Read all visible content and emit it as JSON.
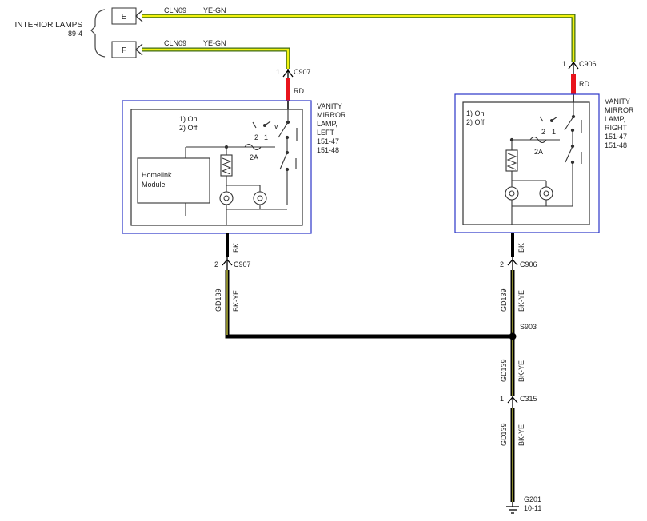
{
  "colors": {
    "yellow": "#f2f20f",
    "green": "#3c6b17",
    "red": "#e8141c",
    "black": "#000000",
    "box_border": "#2b35c9",
    "inner_border": "#333333"
  },
  "interior_lamps": {
    "label": "INTERIOR LAMPS",
    "ref": "89-4",
    "pin_e": "E",
    "pin_f": "F"
  },
  "wires": {
    "e_circuit": "CLN09",
    "e_color": "YE-GN",
    "f_circuit": "CLN09",
    "f_color": "YE-GN",
    "rd_left": "RD",
    "rd_right": "RD",
    "bk_left": "BK",
    "bk_right": "BK",
    "gd_left_circuit": "GD139",
    "gd_left_color": "BK-YE",
    "gd_mid_circuit": "GD139",
    "gd_mid_color": "BK-YE",
    "gd_low_circuit": "GD139",
    "gd_low_color": "BK-YE"
  },
  "connectors": {
    "c907_top_pin": "1",
    "c907_top": "C907",
    "c906_top_pin": "1",
    "c906_top": "C906",
    "c907_bot_pin": "2",
    "c907_bot": "C907",
    "c906_bot_pin": "2",
    "c906_bot": "C906",
    "c315_pin": "1",
    "c315": "C315"
  },
  "splice": {
    "label": "S903"
  },
  "ground": {
    "label": "G201",
    "ref": "10-11"
  },
  "left_lamp": {
    "title_lines": [
      "VANITY",
      "MIRROR",
      "LAMP,",
      "LEFT"
    ],
    "refs": [
      "151-47",
      "151-48"
    ],
    "legend_on": "1) On",
    "legend_off": "2) Off",
    "sw_num_2": "2",
    "sw_num_1": "1",
    "sw_v": "v",
    "fuse": "2A",
    "module_line1": "Homelink",
    "module_line2": "Module"
  },
  "right_lamp": {
    "title_lines": [
      "VANITY",
      "MIRROR",
      "LAMP,",
      "RIGHT"
    ],
    "refs": [
      "151-47",
      "151-48"
    ],
    "legend_on": "1) On",
    "legend_off": "2) Off",
    "sw_num_2": "2",
    "sw_num_1": "1",
    "fuse": "2A"
  }
}
